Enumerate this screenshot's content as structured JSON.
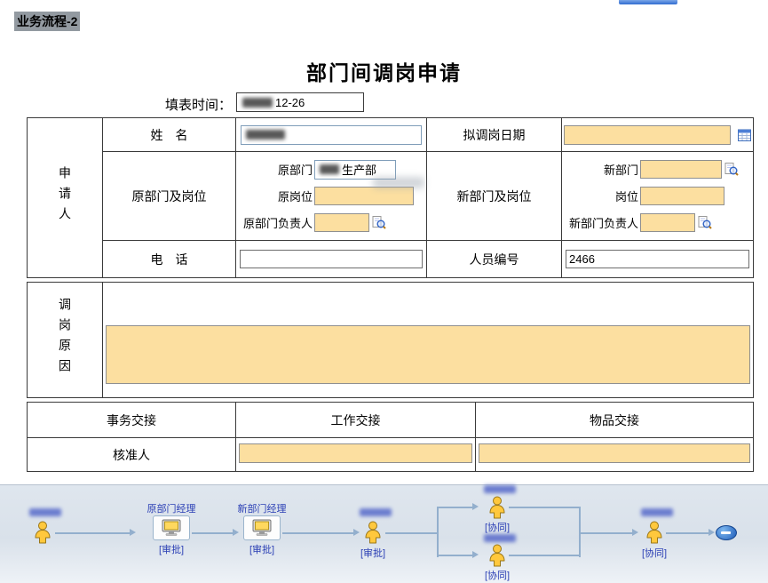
{
  "page": {
    "breadcrumb": "业务流程-2",
    "title": "部门间调岗申请"
  },
  "fill_time": {
    "label": "填表时间：",
    "value_visible": "12-26"
  },
  "form": {
    "applicant_label": "申请人",
    "name_label": "姓　名",
    "transfer_date_label": "拟调岗日期",
    "transfer_date_value": "",
    "orig_section_label": "原部门及岗位",
    "orig_dept_label": "原部门",
    "orig_dept_value_visible": "生产部",
    "orig_post_label": "原岗位",
    "orig_post_value": "",
    "orig_manager_label": "原部门负责人",
    "orig_manager_value": "",
    "new_section_label": "新部门及岗位",
    "new_dept_label": "新部门",
    "new_dept_value": "",
    "new_post_label": "岗位",
    "new_post_value": "",
    "new_manager_label": "新部门负责人",
    "new_manager_value": "",
    "phone_label": "电　话",
    "phone_value": "",
    "employee_no_label": "人员编号",
    "employee_no_value": "2466",
    "reason_label": "调岗原因",
    "reason_value": "",
    "handover_section_label": "事务交接",
    "work_handover_label": "工作交接",
    "items_handover_label": "物品交接",
    "approver_label": "核准人"
  },
  "workflow": {
    "node2_label": "原部门经理",
    "node3_label": "新部门经理",
    "approve_action": "[审批]",
    "collab_action": "[协同]"
  },
  "icons": {
    "calendar": "calendar-icon",
    "lookup": "lookup-icon",
    "person": "person-icon",
    "computer": "computer-icon",
    "end": "end-node-icon"
  },
  "colors": {
    "field_orange": "#fcdfa0",
    "label_blue": "#2b3fb5",
    "line_blue": "#93afcd",
    "panel_top": "#dfe6ee",
    "panel_bottom": "#eef2f7",
    "person_gold": "#ffc83d",
    "end_blue": "#1d5bb8",
    "border_dark": "#3a3a3a"
  }
}
